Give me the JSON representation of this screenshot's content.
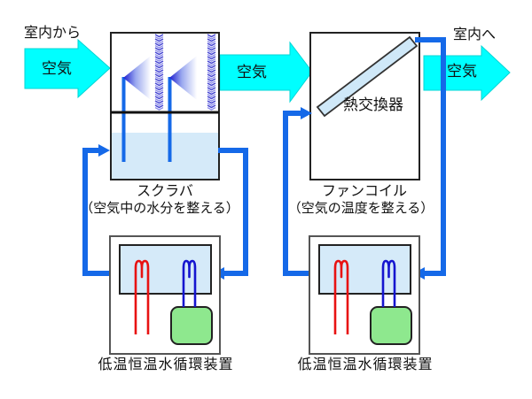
{
  "diagram": {
    "from_room_label": "室内から",
    "to_room_label": "室内へ",
    "air_label": "空気",
    "scrubber": {
      "name": "スクラバ",
      "note": "（空気中の水分を整える）"
    },
    "fancoil": {
      "name": "ファンコイル",
      "note": "（空気の温度を整える）"
    },
    "heat_exchanger_label": "熱交換器",
    "chiller_label": "低温恒温水循環装置",
    "colors": {
      "air_arrow": "#00ffff",
      "pipe": "#1569e8",
      "water": "#d5eaf9",
      "hot_coil": "#e81212",
      "cold_coil": "#1515cf",
      "pump_box": "#8ee88e",
      "demister": "#4646d2"
    }
  }
}
